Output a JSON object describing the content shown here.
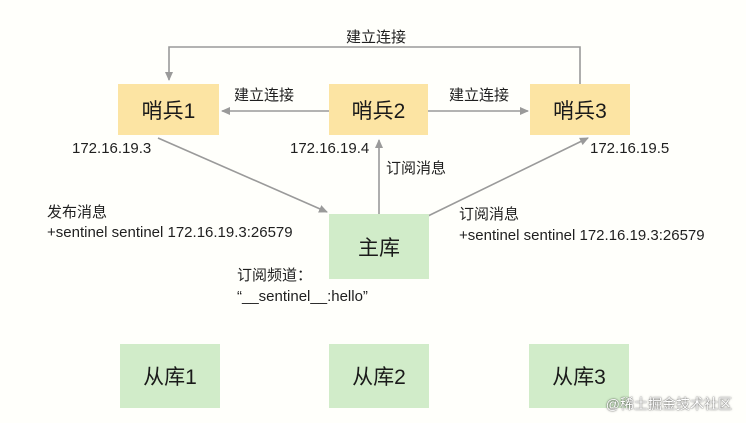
{
  "nodes": {
    "sentinel1": "哨兵1",
    "sentinel2": "哨兵2",
    "sentinel3": "哨兵3",
    "master": "主库",
    "replica1": "从库1",
    "replica2": "从库2",
    "replica3": "从库3"
  },
  "ips": {
    "sentinel1": "172.16.19.3",
    "sentinel2": "172.16.19.4",
    "sentinel3": "172.16.19.5"
  },
  "edges": {
    "top_link": "建立连接",
    "link_2_to_1": "建立连接",
    "link_2_to_3": "建立连接",
    "master_to_2": "订阅消息"
  },
  "annotations": {
    "publish_title": "发布消息",
    "publish_body": "+sentinel sentinel 172.16.19.3:26579",
    "subscribe_title": "订阅消息",
    "subscribe_body": "+sentinel sentinel 172.16.19.3:26579",
    "channel_title": "订阅频道：",
    "channel_body": "“__sentinel__:hello”"
  },
  "watermark": "@稀土掘金技术社区",
  "colors": {
    "sentinel_fill": "#fce4a3",
    "database_fill": "#d1ecc9",
    "line": "#9a9a9a"
  }
}
